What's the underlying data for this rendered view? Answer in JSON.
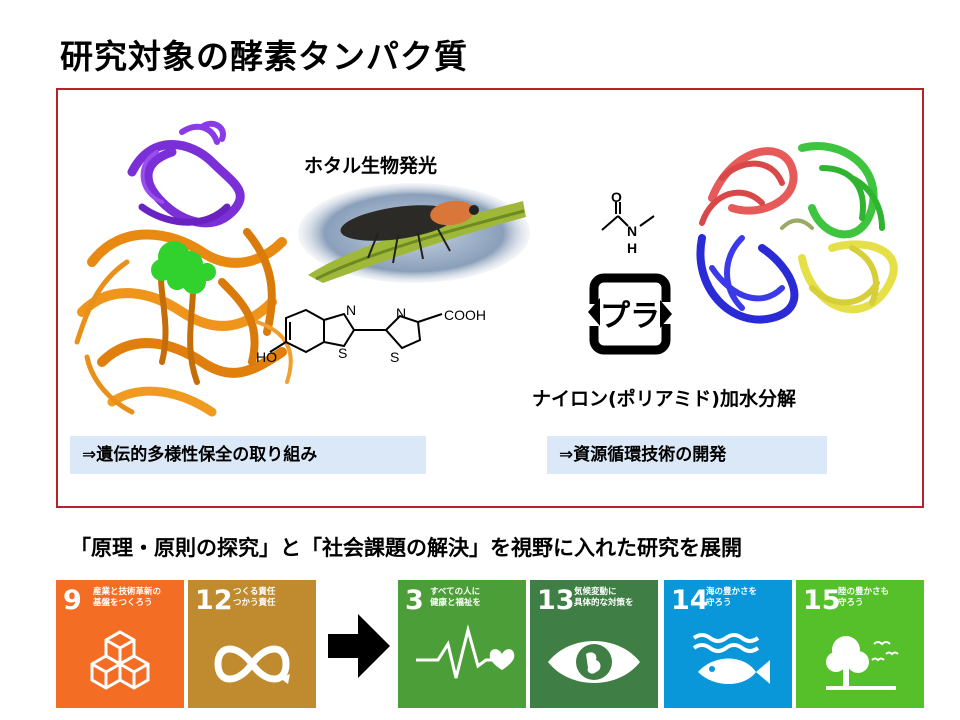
{
  "slide": {
    "title": "研究対象の酵素タンパク質",
    "left_panel": {
      "heading": "ホタル生物発光",
      "callout": "⇒遺伝的多様性保全の取り組み",
      "luciferin_labels": {
        "n1": "N",
        "s1": "S",
        "n2": "N",
        "s2": "S",
        "cooh": "COOH",
        "ho": "HO"
      }
    },
    "right_panel": {
      "heading": "ナイロン(ポリアミド)加水分解",
      "callout": "⇒資源循環技術の開発",
      "amide_labels": {
        "o": "O",
        "n": "N",
        "h": "H"
      },
      "recycle_mark": "プラ"
    },
    "summary": "「原理・原則の探究」と「社会課題の解決」を視野に入れた研究を展開"
  },
  "sdgs": [
    {
      "number": "9",
      "caption": "産業と技術革新の\n基盤をつくろう",
      "color": "#f36d25",
      "icon": "cubes-icon"
    },
    {
      "number": "12",
      "caption": "つくる責任\nつかう責任",
      "color": "#bf8b2e",
      "icon": "infinity-icon"
    },
    {
      "number": "3",
      "caption": "すべての人に\n健康と福祉を",
      "color": "#4c9f38",
      "icon": "heartbeat-icon"
    },
    {
      "number": "13",
      "caption": "気候変動に\n具体的な対策を",
      "color": "#3f7e44",
      "icon": "eye-globe-icon"
    },
    {
      "number": "14",
      "caption": "海の豊かさを\n守ろう",
      "color": "#0a97d9",
      "icon": "fish-waves-icon"
    },
    {
      "number": "15",
      "caption": "陸の豊かさも\n守ろう",
      "color": "#56c02b",
      "icon": "tree-birds-icon"
    }
  ],
  "arrow_icon": "right-arrow-icon"
}
